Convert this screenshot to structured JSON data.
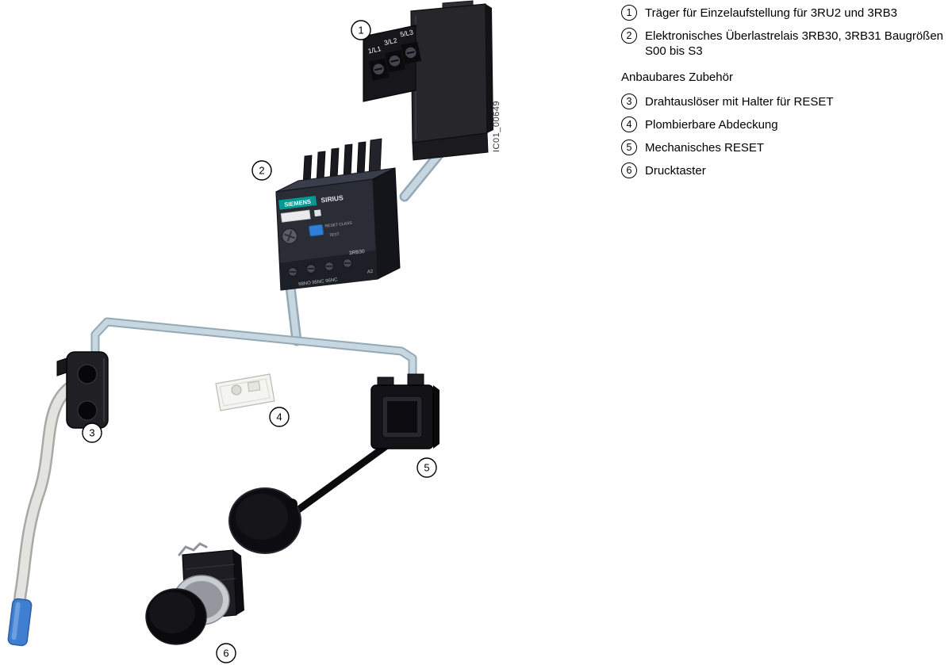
{
  "figure": {
    "id_label": "IC01_00649"
  },
  "legend": {
    "items": [
      {
        "num": "1",
        "text": "Träger für Einzelaufstellung für 3RU2 und 3RB3"
      },
      {
        "num": "2",
        "text": "Elektronisches Überlastrelais 3RB30, 3RB31 Baugrößen S00 bis S3"
      }
    ],
    "accessories_heading": "Anbaubares Zubehör",
    "accessory_items": [
      {
        "num": "3",
        "text": "Drahtauslöser mit Halter für RESET"
      },
      {
        "num": "4",
        "text": "Plombierbare Abdeckung"
      },
      {
        "num": "5",
        "text": "Mechanisches RESET"
      },
      {
        "num": "6",
        "text": "Drucktaster"
      }
    ]
  },
  "callouts": {
    "c1": "1",
    "c2": "2",
    "c3": "3",
    "c4": "4",
    "c5": "5",
    "c6": "6"
  },
  "carrier": {
    "terminal_labels": [
      "1/L1",
      "3/L2",
      "5/L3"
    ]
  },
  "relay": {
    "brand": "SIEMENS",
    "series": "SIRIUS",
    "model": "3RB30",
    "label_reset_class": "RESET CLASS",
    "label_test": "TEST",
    "terminals_bottom": "98NO 95NC 96NC",
    "terminal_a2": "A2"
  },
  "colors": {
    "siemens_petrol": "#009A93",
    "connector_bar_light": "#c6d7e1",
    "connector_bar_edge": "#93a9b5",
    "reset_button_blue": "#2f7fd6",
    "cable_tip_blue": "#3f7ed0"
  }
}
